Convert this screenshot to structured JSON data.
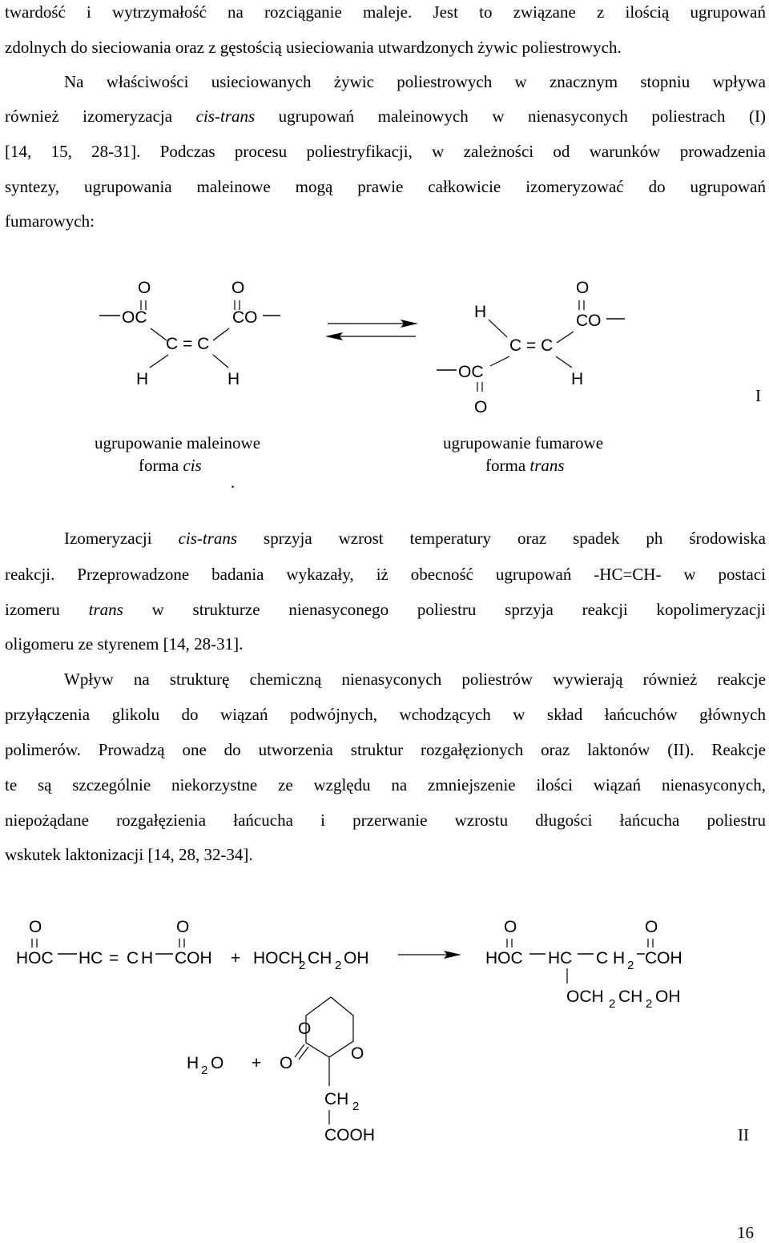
{
  "paragraph1": {
    "lines": [
      "twardość i wytrzymałość na rozciąganie maleje. Jest to związane z ilością ugrupowań",
      "zdolnych do sieciowania oraz z gęstością usieciowania utwardzonych żywic poliestrowych."
    ]
  },
  "paragraph2": {
    "line1": "Na właściwości usieciowanych żywic poliestrowych w znacznym stopniu wpływa",
    "line2_a": "również izomeryzacja ",
    "line2_em": "cis-trans",
    "line2_b": " ugrupowań maleinowych w nienasyconych poliestrach (I)",
    "line3": "[14, 15, 28-31]. Podczas procesu poliestryfikacji, w zależności od warunków prowadzenia",
    "line4": "syntezy, ugrupowania maleinowe mogą prawie całkowicie izomeryzować do ugrupowań",
    "line5": "fumarowych:"
  },
  "scheme1": {
    "label": "I",
    "cis": {
      "O_left": "O",
      "OC": "OC",
      "O_right": "O",
      "CO": "CO",
      "CC": "C = C",
      "H_left": "H",
      "H_right": "H",
      "caption_line1": "ugrupowanie maleinowe",
      "caption_forma": "forma ",
      "caption_em": "cis",
      "dot": "."
    },
    "trans": {
      "H_top": "H",
      "O_top": "O",
      "CO": "CO",
      "CC": "C = C",
      "OC": "OC",
      "H_bottom": "H",
      "O_bottom": "O",
      "caption_line1": "ugrupowanie fumarowe",
      "caption_forma": "forma ",
      "caption_em": "trans"
    }
  },
  "paragraph3": {
    "line1_a": "Izomeryzacji ",
    "line1_em": "cis-trans",
    "line1_b": " sprzyja wzrost temperatury oraz spadek ph środowiska",
    "line2": "reakcji. Przeprowadzone badania wykazały, iż obecność ugrupowań -HC=CH- w postaci",
    "line3_a": "izomeru ",
    "line3_em": "trans",
    "line3_b": " w strukturze nienasyconego poliestru sprzyja reakcji kopolimeryzacji",
    "line4": "oligomeru ze styrenem [14, 28-31]."
  },
  "paragraph4": {
    "lines": [
      "Wpływ na strukturę chemiczną nienasyconych poliestrów wywierają również reakcje",
      "przyłączenia glikolu do wiązań podwójnych, wchodzących w skład łańcuchów głównych",
      "polimerów. Prowadzą one do utworzenia struktur rozgałęzionych oraz laktonów (II). Reakcje",
      "te są szczególnie niekorzystne ze względu na zmniejszenie ilości wiązań nienasyconych,",
      "niepożądane rozgałęzienia łańcucha i przerwanie wzrostu długości łańcucha poliestru",
      "wskutek laktonizacji [14, 28, 32-34]."
    ]
  },
  "scheme2": {
    "label": "II",
    "reactant1": {
      "HOC": "HOC",
      "HC": "HC",
      "eq": "=",
      "C": "C",
      "H": "H",
      "COH": "COH",
      "O1": "O",
      "O2": "O"
    },
    "plus1": "+",
    "glycol": {
      "HOCH": "HOCH",
      "sub1": "2",
      "CH": "CH",
      "sub2": "2",
      "OH": "OH"
    },
    "product": {
      "HOC": "HOC",
      "HC": "HC",
      "CH": "C H",
      "sub": "2",
      "COH": "COH",
      "O1": "O",
      "O2": "O",
      "branch_OCH": "OCH",
      "branch_sub1": "2",
      "branch_CH": "CH",
      "branch_sub2": "2",
      "branch_OH": "OH"
    },
    "water": {
      "H": "H",
      "sub": "2",
      "O": "O"
    },
    "plus2": "+",
    "lactone": {
      "O_top": "O",
      "O_left": "O",
      "O_right": "O",
      "CH": "CH",
      "sub": "2",
      "COOH": "COOH"
    }
  },
  "page_number": "16"
}
